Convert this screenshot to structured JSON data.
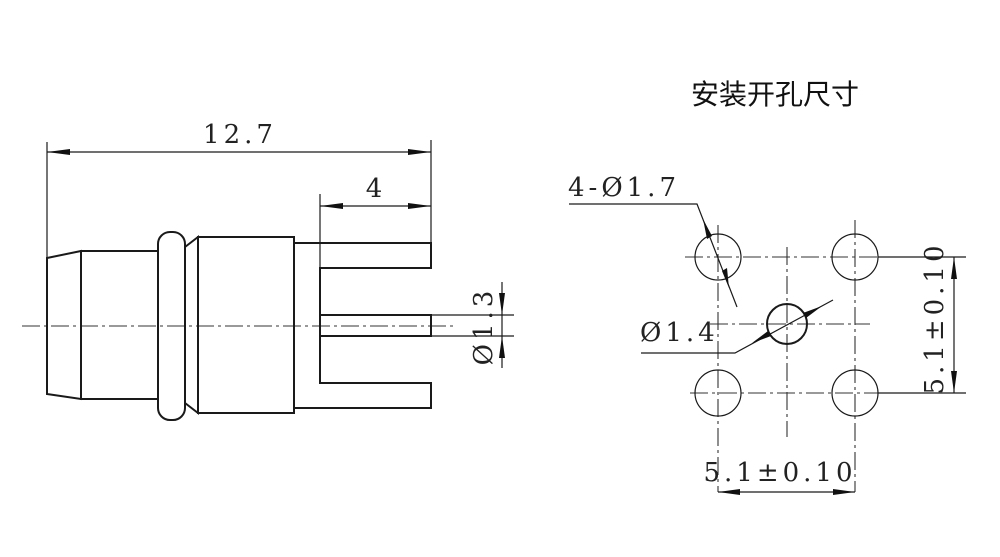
{
  "title": "安装开孔尺寸",
  "side_view": {
    "overall_length": "12.7",
    "pin_length": "4",
    "pin_diameter": "Ø1.3"
  },
  "hole_pattern": {
    "outer_holes": "4-Ø1.7",
    "center_hole": "Ø1.4",
    "vertical_spacing": "5.1±0.10",
    "horizontal_spacing": "5.1±0.10"
  }
}
